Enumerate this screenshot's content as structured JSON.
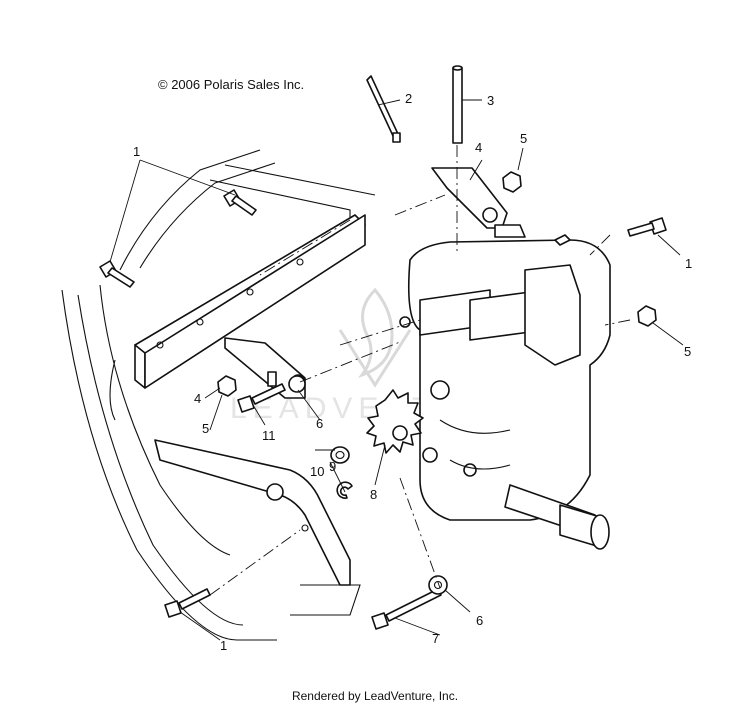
{
  "copyright": "© 2006 Polaris Sales Inc.",
  "footer": "Rendered by LeadVenture, Inc.",
  "watermark": "LEADVENTURE",
  "callouts": [
    "1",
    "2",
    "3",
    "4",
    "5",
    "1",
    "1",
    "5",
    "4",
    "5",
    "11",
    "6",
    "10",
    "9",
    "8",
    "6",
    "7",
    "1"
  ]
}
